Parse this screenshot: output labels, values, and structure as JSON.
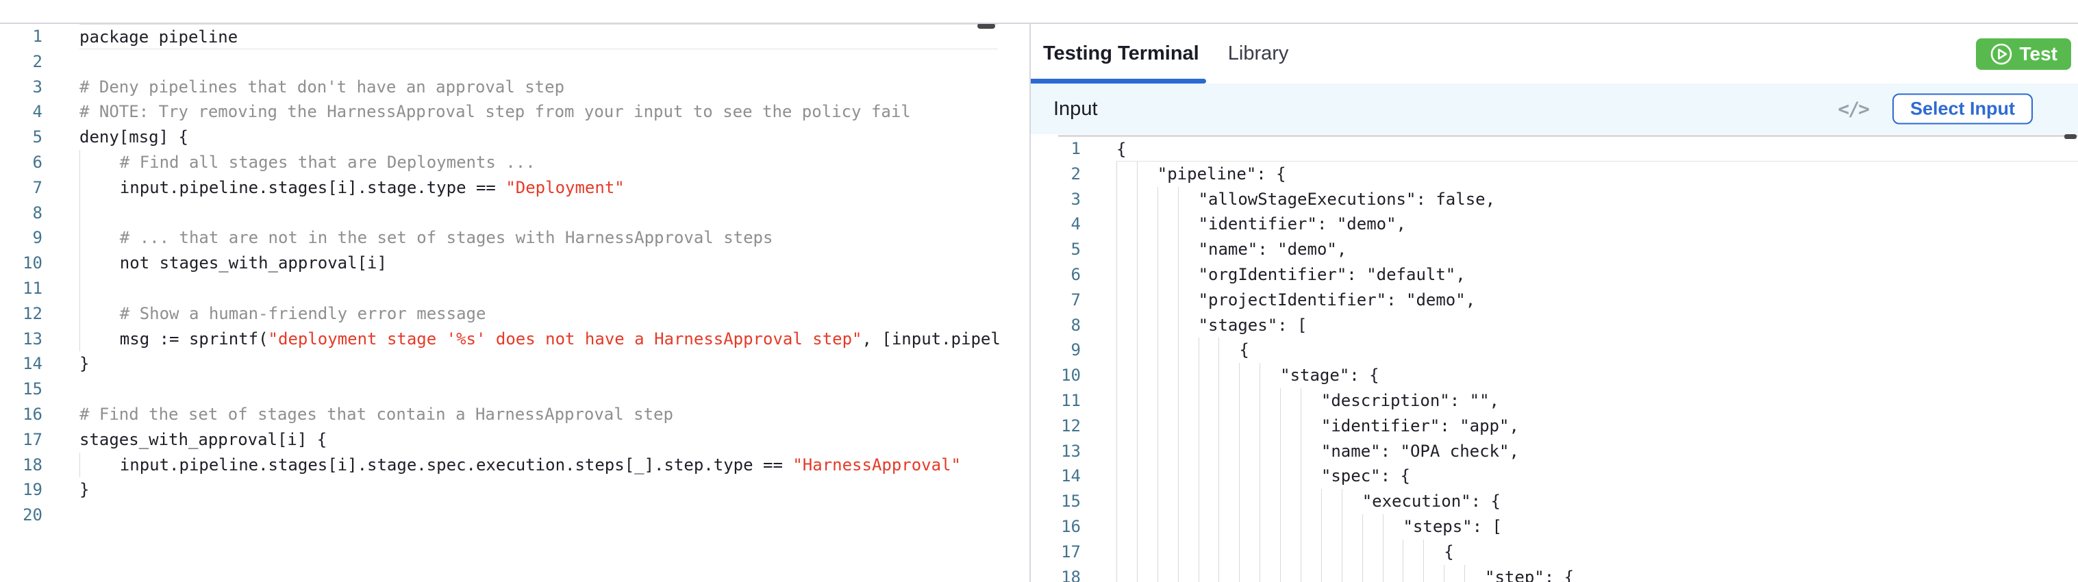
{
  "colors": {
    "accent_blue": "#2b6ad2",
    "test_green": "#58ba4e",
    "string_red": "#e63a28",
    "comment_gray": "#8f8f8f",
    "code_dark": "#1e1e27",
    "line_number_blue": "#44748e",
    "input_bar_bg": "#eef8fd",
    "divider_gray": "#d6d7de"
  },
  "policy_editor": {
    "language": "rego",
    "lines": [
      {
        "n": 1,
        "indent": 0,
        "active": true,
        "parts": [
          {
            "t": "package pipeline",
            "s": "code"
          }
        ]
      },
      {
        "n": 2,
        "indent": 0,
        "parts": []
      },
      {
        "n": 3,
        "indent": 0,
        "parts": [
          {
            "t": "# Deny pipelines that don't have an approval step",
            "s": "comment"
          }
        ]
      },
      {
        "n": 4,
        "indent": 0,
        "parts": [
          {
            "t": "# NOTE: Try removing the HarnessApproval step from your input to see the policy fail",
            "s": "comment"
          }
        ]
      },
      {
        "n": 5,
        "indent": 0,
        "parts": [
          {
            "t": "deny[msg] {",
            "s": "code"
          }
        ]
      },
      {
        "n": 6,
        "indent": 4,
        "parts": [
          {
            "t": "# Find all stages that are Deployments ...",
            "s": "comment"
          }
        ]
      },
      {
        "n": 7,
        "indent": 4,
        "parts": [
          {
            "t": "input.pipeline.stages[i].stage.type == ",
            "s": "code"
          },
          {
            "t": "\"Deployment\"",
            "s": "string"
          }
        ]
      },
      {
        "n": 8,
        "indent": 4,
        "parts": []
      },
      {
        "n": 9,
        "indent": 4,
        "parts": [
          {
            "t": "# ... that are not in the set of stages with HarnessApproval steps",
            "s": "comment"
          }
        ]
      },
      {
        "n": 10,
        "indent": 4,
        "parts": [
          {
            "t": "not stages_with_approval[i]",
            "s": "code"
          }
        ]
      },
      {
        "n": 11,
        "indent": 4,
        "parts": []
      },
      {
        "n": 12,
        "indent": 4,
        "parts": [
          {
            "t": "# Show a human-friendly error message",
            "s": "comment"
          }
        ]
      },
      {
        "n": 13,
        "indent": 4,
        "parts": [
          {
            "t": "msg := sprintf(",
            "s": "code"
          },
          {
            "t": "\"deployment stage '%s' does not have a HarnessApproval step\"",
            "s": "string"
          },
          {
            "t": ", [input.pipel",
            "s": "code"
          }
        ]
      },
      {
        "n": 14,
        "indent": 0,
        "parts": [
          {
            "t": "}",
            "s": "code"
          }
        ]
      },
      {
        "n": 15,
        "indent": 0,
        "parts": []
      },
      {
        "n": 16,
        "indent": 0,
        "parts": [
          {
            "t": "# Find the set of stages that contain a HarnessApproval step",
            "s": "comment"
          }
        ]
      },
      {
        "n": 17,
        "indent": 0,
        "parts": [
          {
            "t": "stages_with_approval[i] {",
            "s": "code"
          }
        ]
      },
      {
        "n": 18,
        "indent": 4,
        "parts": [
          {
            "t": "input.pipeline.stages[i].stage.spec.execution.steps[_].step.type == ",
            "s": "code"
          },
          {
            "t": "\"HarnessApproval\"",
            "s": "string"
          }
        ]
      },
      {
        "n": 19,
        "indent": 0,
        "parts": [
          {
            "t": "}",
            "s": "code"
          }
        ]
      },
      {
        "n": 20,
        "indent": 0,
        "parts": []
      }
    ]
  },
  "right_panel": {
    "tabs": [
      {
        "label": "Testing Terminal",
        "active": true
      },
      {
        "label": "Library",
        "active": false
      }
    ],
    "test_button_label": "Test",
    "input": {
      "title": "Input",
      "code_icon_glyph": "</>",
      "select_button_label": "Select Input"
    },
    "json_editor": {
      "lines": [
        {
          "n": 1,
          "indent": 0,
          "active": true,
          "parts": [
            {
              "t": "{",
              "s": "code"
            }
          ]
        },
        {
          "n": 2,
          "indent": 4,
          "parts": [
            {
              "t": "\"pipeline\": {",
              "s": "code"
            }
          ]
        },
        {
          "n": 3,
          "indent": 8,
          "parts": [
            {
              "t": "\"allowStageExecutions\": false,",
              "s": "code"
            }
          ]
        },
        {
          "n": 4,
          "indent": 8,
          "parts": [
            {
              "t": "\"identifier\": \"demo\",",
              "s": "code"
            }
          ]
        },
        {
          "n": 5,
          "indent": 8,
          "parts": [
            {
              "t": "\"name\": \"demo\",",
              "s": "code"
            }
          ]
        },
        {
          "n": 6,
          "indent": 8,
          "parts": [
            {
              "t": "\"orgIdentifier\": \"default\",",
              "s": "code"
            }
          ]
        },
        {
          "n": 7,
          "indent": 8,
          "parts": [
            {
              "t": "\"projectIdentifier\": \"demo\",",
              "s": "code"
            }
          ]
        },
        {
          "n": 8,
          "indent": 8,
          "parts": [
            {
              "t": "\"stages\": [",
              "s": "code"
            }
          ]
        },
        {
          "n": 9,
          "indent": 12,
          "parts": [
            {
              "t": "{",
              "s": "code"
            }
          ]
        },
        {
          "n": 10,
          "indent": 16,
          "parts": [
            {
              "t": "\"stage\": {",
              "s": "code"
            }
          ]
        },
        {
          "n": 11,
          "indent": 20,
          "parts": [
            {
              "t": "\"description\": \"\",",
              "s": "code"
            }
          ]
        },
        {
          "n": 12,
          "indent": 20,
          "parts": [
            {
              "t": "\"identifier\": \"app\",",
              "s": "code"
            }
          ]
        },
        {
          "n": 13,
          "indent": 20,
          "parts": [
            {
              "t": "\"name\": \"OPA check\",",
              "s": "code"
            }
          ]
        },
        {
          "n": 14,
          "indent": 20,
          "parts": [
            {
              "t": "\"spec\": {",
              "s": "code"
            }
          ]
        },
        {
          "n": 15,
          "indent": 24,
          "parts": [
            {
              "t": "\"execution\": {",
              "s": "code"
            }
          ]
        },
        {
          "n": 16,
          "indent": 28,
          "parts": [
            {
              "t": "\"steps\": [",
              "s": "code"
            }
          ]
        },
        {
          "n": 17,
          "indent": 32,
          "parts": [
            {
              "t": "{",
              "s": "code"
            }
          ]
        },
        {
          "n": 18,
          "indent": 36,
          "parts": [
            {
              "t": "\"step\": {",
              "s": "code"
            }
          ]
        }
      ]
    }
  }
}
